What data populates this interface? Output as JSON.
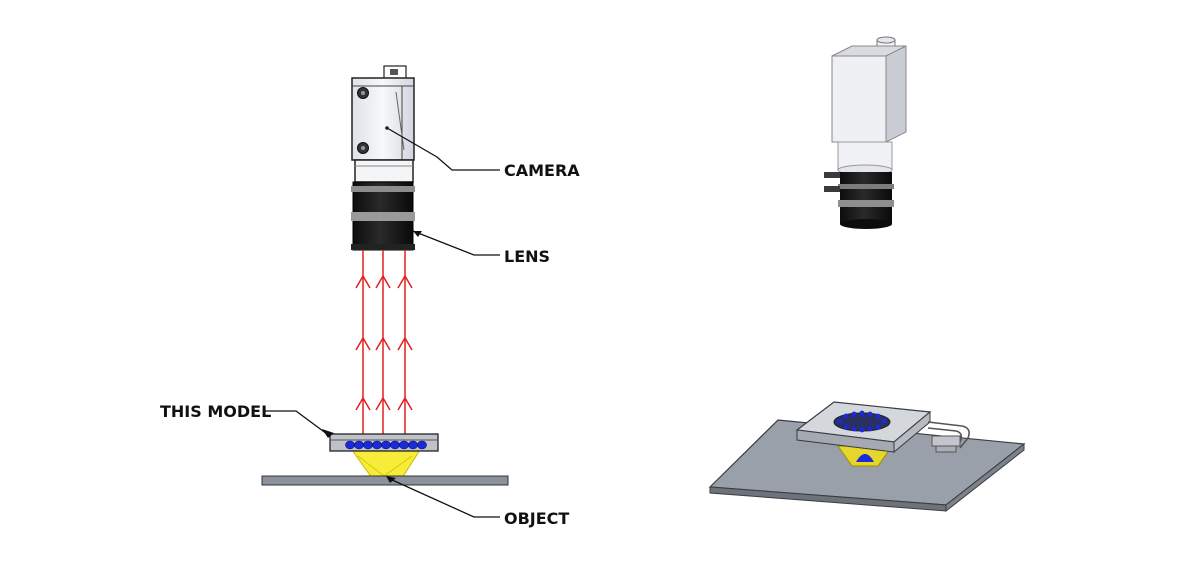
{
  "labels": {
    "camera": "CAMERA",
    "lens": "LENS",
    "this_model": "THIS MODEL",
    "object": "OBJECT"
  },
  "colors": {
    "light_rays": "#e02020",
    "led_blue": "#1a2ad8",
    "illumination_yellow": "#f7ec3a",
    "camera_body": "#eceff4",
    "lens_dark": "#161616",
    "plate_grey": "#8c929c"
  }
}
